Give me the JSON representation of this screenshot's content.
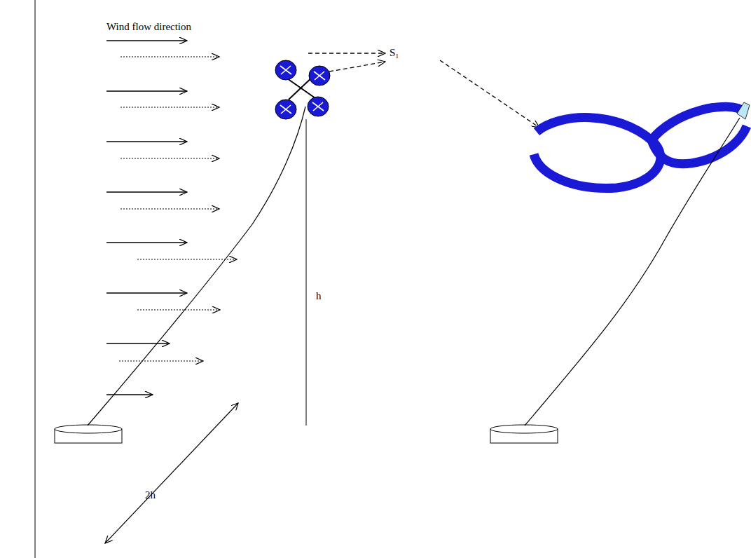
{
  "diagram": {
    "labels": [
      "Wind flow direction",
      "S₁",
      "h",
      "2h"
    ]
  }
}
